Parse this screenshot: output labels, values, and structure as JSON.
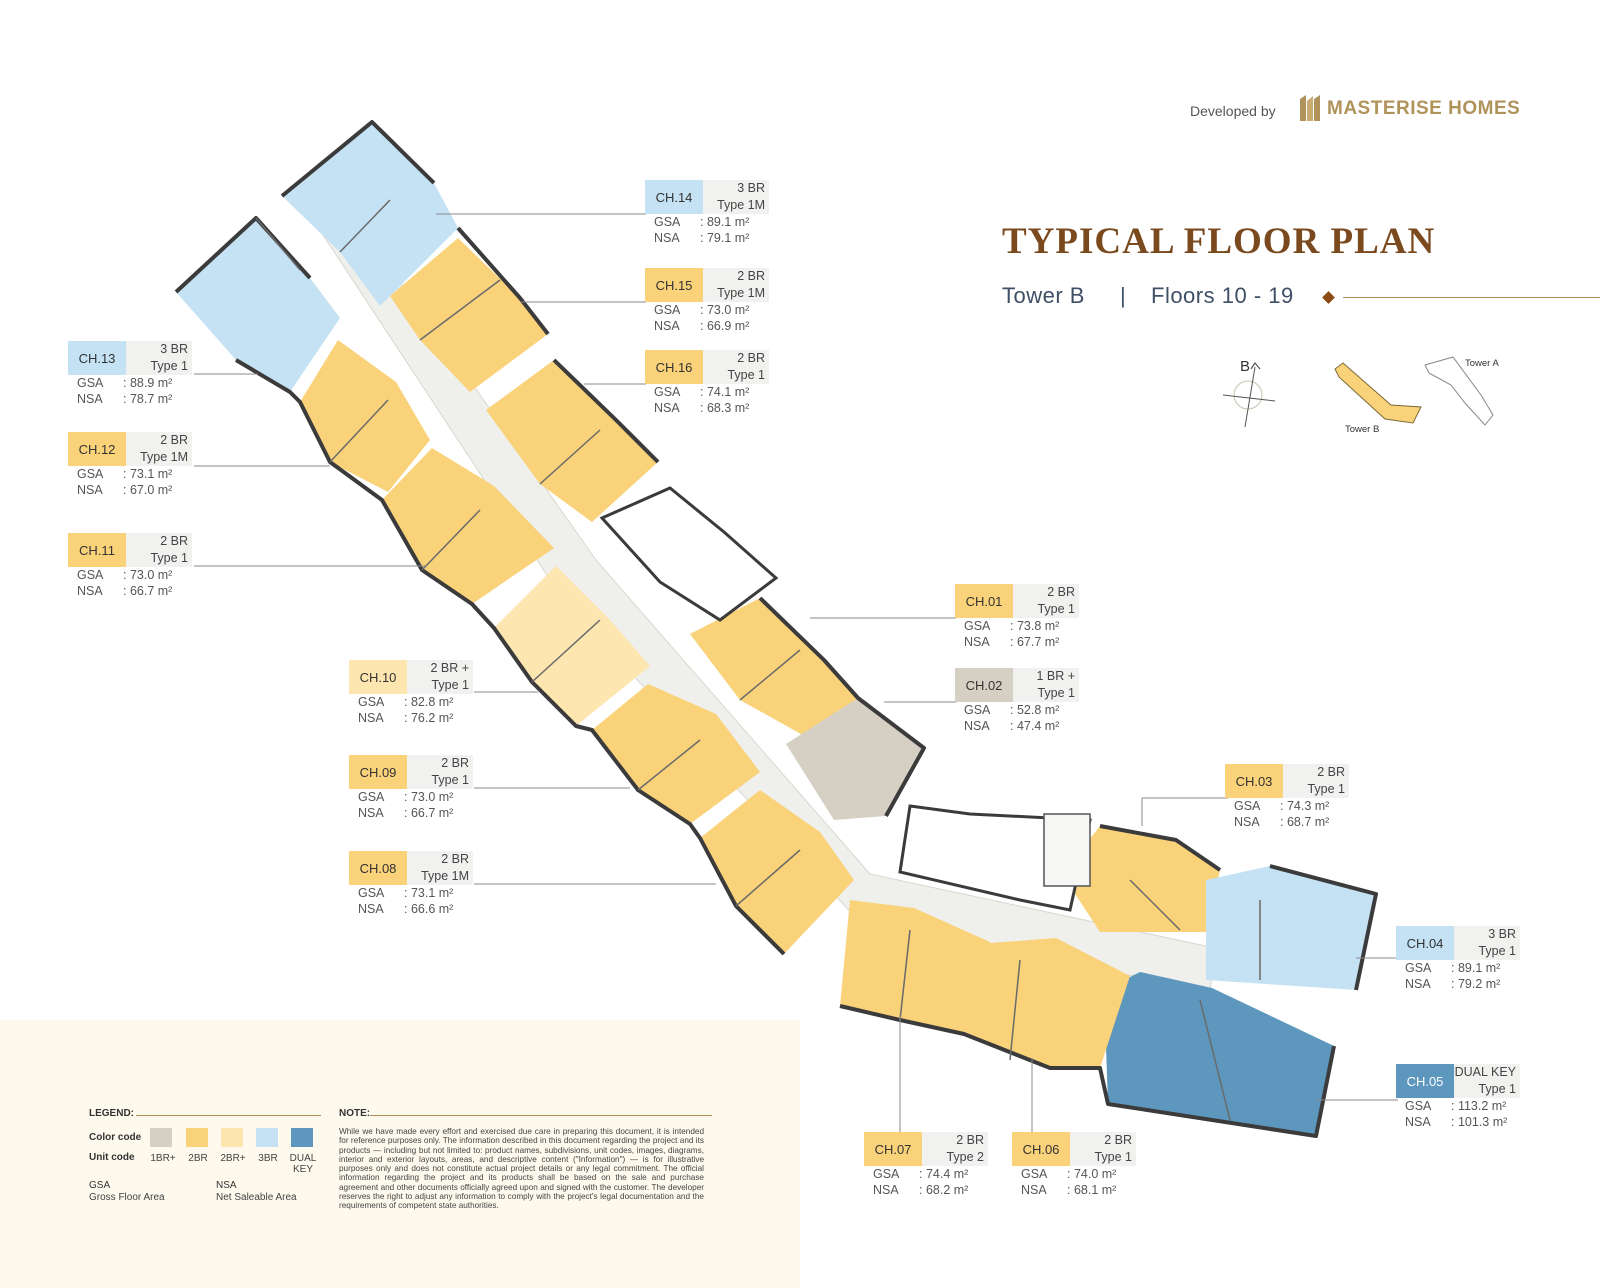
{
  "header": {
    "developed_by": "Developed by",
    "brand": "MASTERISE HOMES",
    "title": "TYPICAL FLOOR PLAN",
    "tower": "Tower B",
    "separator": "|",
    "floors": "Floors 10 - 19"
  },
  "key_plan": {
    "north_label": "B",
    "tower_a": "Tower A",
    "tower_b": "Tower B"
  },
  "colors": {
    "1br_plus": "#d6d0c4",
    "2br": "#f9d27a",
    "2br_plus": "#fde6b0",
    "3br": "#c4e2f3",
    "dual_key": "#5d97be",
    "corridor": "#efefeb",
    "wall": "#3b3b3b",
    "title": "#7a4a1e"
  },
  "units": [
    {
      "code": "CH.14",
      "br": "3 BR",
      "type": "Type 1M",
      "gsa_label": "GSA",
      "gsa": ": 89.1 m²",
      "nsa_label": "NSA",
      "nsa": ": 79.1 m²",
      "kind": "3br"
    },
    {
      "code": "CH.15",
      "br": "2 BR",
      "type": "Type 1M",
      "gsa_label": "GSA",
      "gsa": ": 73.0 m²",
      "nsa_label": "NSA",
      "nsa": ": 66.9 m²",
      "kind": "2br"
    },
    {
      "code": "CH.16",
      "br": "2 BR",
      "type": "Type 1",
      "gsa_label": "GSA",
      "gsa": ": 74.1 m²",
      "nsa_label": "NSA",
      "nsa": ": 68.3 m²",
      "kind": "2br"
    },
    {
      "code": "CH.13",
      "br": "3 BR",
      "type": "Type 1",
      "gsa_label": "GSA",
      "gsa": ": 88.9 m²",
      "nsa_label": "NSA",
      "nsa": ": 78.7 m²",
      "kind": "3br"
    },
    {
      "code": "CH.12",
      "br": "2 BR",
      "type": "Type 1M",
      "gsa_label": "GSA",
      "gsa": ": 73.1 m²",
      "nsa_label": "NSA",
      "nsa": ": 67.0 m²",
      "kind": "2br"
    },
    {
      "code": "CH.11",
      "br": "2 BR",
      "type": "Type 1",
      "gsa_label": "GSA",
      "gsa": ": 73.0 m²",
      "nsa_label": "NSA",
      "nsa": ": 66.7 m²",
      "kind": "2br"
    },
    {
      "code": "CH.10",
      "br": "2 BR +",
      "type": "Type 1",
      "gsa_label": "GSA",
      "gsa": ": 82.8 m²",
      "nsa_label": "NSA",
      "nsa": ": 76.2 m²",
      "kind": "2br_plus"
    },
    {
      "code": "CH.09",
      "br": "2 BR",
      "type": "Type 1",
      "gsa_label": "GSA",
      "gsa": ": 73.0 m²",
      "nsa_label": "NSA",
      "nsa": ": 66.7 m²",
      "kind": "2br"
    },
    {
      "code": "CH.08",
      "br": "2 BR",
      "type": "Type 1M",
      "gsa_label": "GSA",
      "gsa": ": 73.1 m²",
      "nsa_label": "NSA",
      "nsa": ": 66.6 m²",
      "kind": "2br"
    },
    {
      "code": "CH.01",
      "br": "2 BR",
      "type": "Type 1",
      "gsa_label": "GSA",
      "gsa": ": 73.8 m²",
      "nsa_label": "NSA",
      "nsa": ": 67.7 m²",
      "kind": "2br"
    },
    {
      "code": "CH.02",
      "br": "1 BR +",
      "type": "Type 1",
      "gsa_label": "GSA",
      "gsa": ": 52.8 m²",
      "nsa_label": "NSA",
      "nsa": ": 47.4 m²",
      "kind": "1br_plus"
    },
    {
      "code": "CH.03",
      "br": "2 BR",
      "type": "Type 1",
      "gsa_label": "GSA",
      "gsa": ": 74.3 m²",
      "nsa_label": "NSA",
      "nsa": ": 68.7 m²",
      "kind": "2br"
    },
    {
      "code": "CH.04",
      "br": "3 BR",
      "type": "Type 1",
      "gsa_label": "GSA",
      "gsa": ": 89.1 m²",
      "nsa_label": "NSA",
      "nsa": ": 79.2 m²",
      "kind": "3br"
    },
    {
      "code": "CH.05",
      "br": "DUAL KEY",
      "type": "Type 1",
      "gsa_label": "GSA",
      "gsa": ": 113.2 m²",
      "nsa_label": "NSA",
      "nsa": ": 101.3 m²",
      "kind": "dual_key"
    },
    {
      "code": "CH.07",
      "br": "2 BR",
      "type": "Type 2",
      "gsa_label": "GSA",
      "gsa": ": 74.4 m²",
      "nsa_label": "NSA",
      "nsa": ": 68.2 m²",
      "kind": "2br"
    },
    {
      "code": "CH.06",
      "br": "2 BR",
      "type": "Type 1",
      "gsa_label": "GSA",
      "gsa": ": 74.0 m²",
      "nsa_label": "NSA",
      "nsa": ": 68.1 m²",
      "kind": "2br"
    }
  ],
  "legend": {
    "title": "LEGEND:",
    "color_code_label": "Color code",
    "unit_code_label": "Unit code",
    "items": [
      {
        "label": "1BR+",
        "kind": "1br_plus"
      },
      {
        "label": "2BR",
        "kind": "2br"
      },
      {
        "label": "2BR+",
        "kind": "2br_plus"
      },
      {
        "label": "3BR",
        "kind": "3br"
      },
      {
        "label": "DUAL KEY",
        "kind": "dual_key"
      }
    ],
    "gsa_abbr": "GSA",
    "gsa_full": "Gross Floor Area",
    "nsa_abbr": "NSA",
    "nsa_full": "Net Saleable Area"
  },
  "note": {
    "title": "NOTE:",
    "text": "While we have made every effort and exercised due care in preparing this document, it is intended for reference purposes only. The information described in this document regarding the project and its products — including but not limited to: product names, subdivisions, unit codes, images, diagrams, interior and exterior layouts, areas, and descriptive content (\"Information\") — is for illustrative purposes only and does not constitute actual project details or any legal commitment. The official information regarding the project and its products shall be based on the sale and purchase agreement and other documents officially agreed upon and signed with the customer. The developer reserves the right to adjust any information to comply with the project's legal documentation and the requirements of competent state authorities."
  }
}
